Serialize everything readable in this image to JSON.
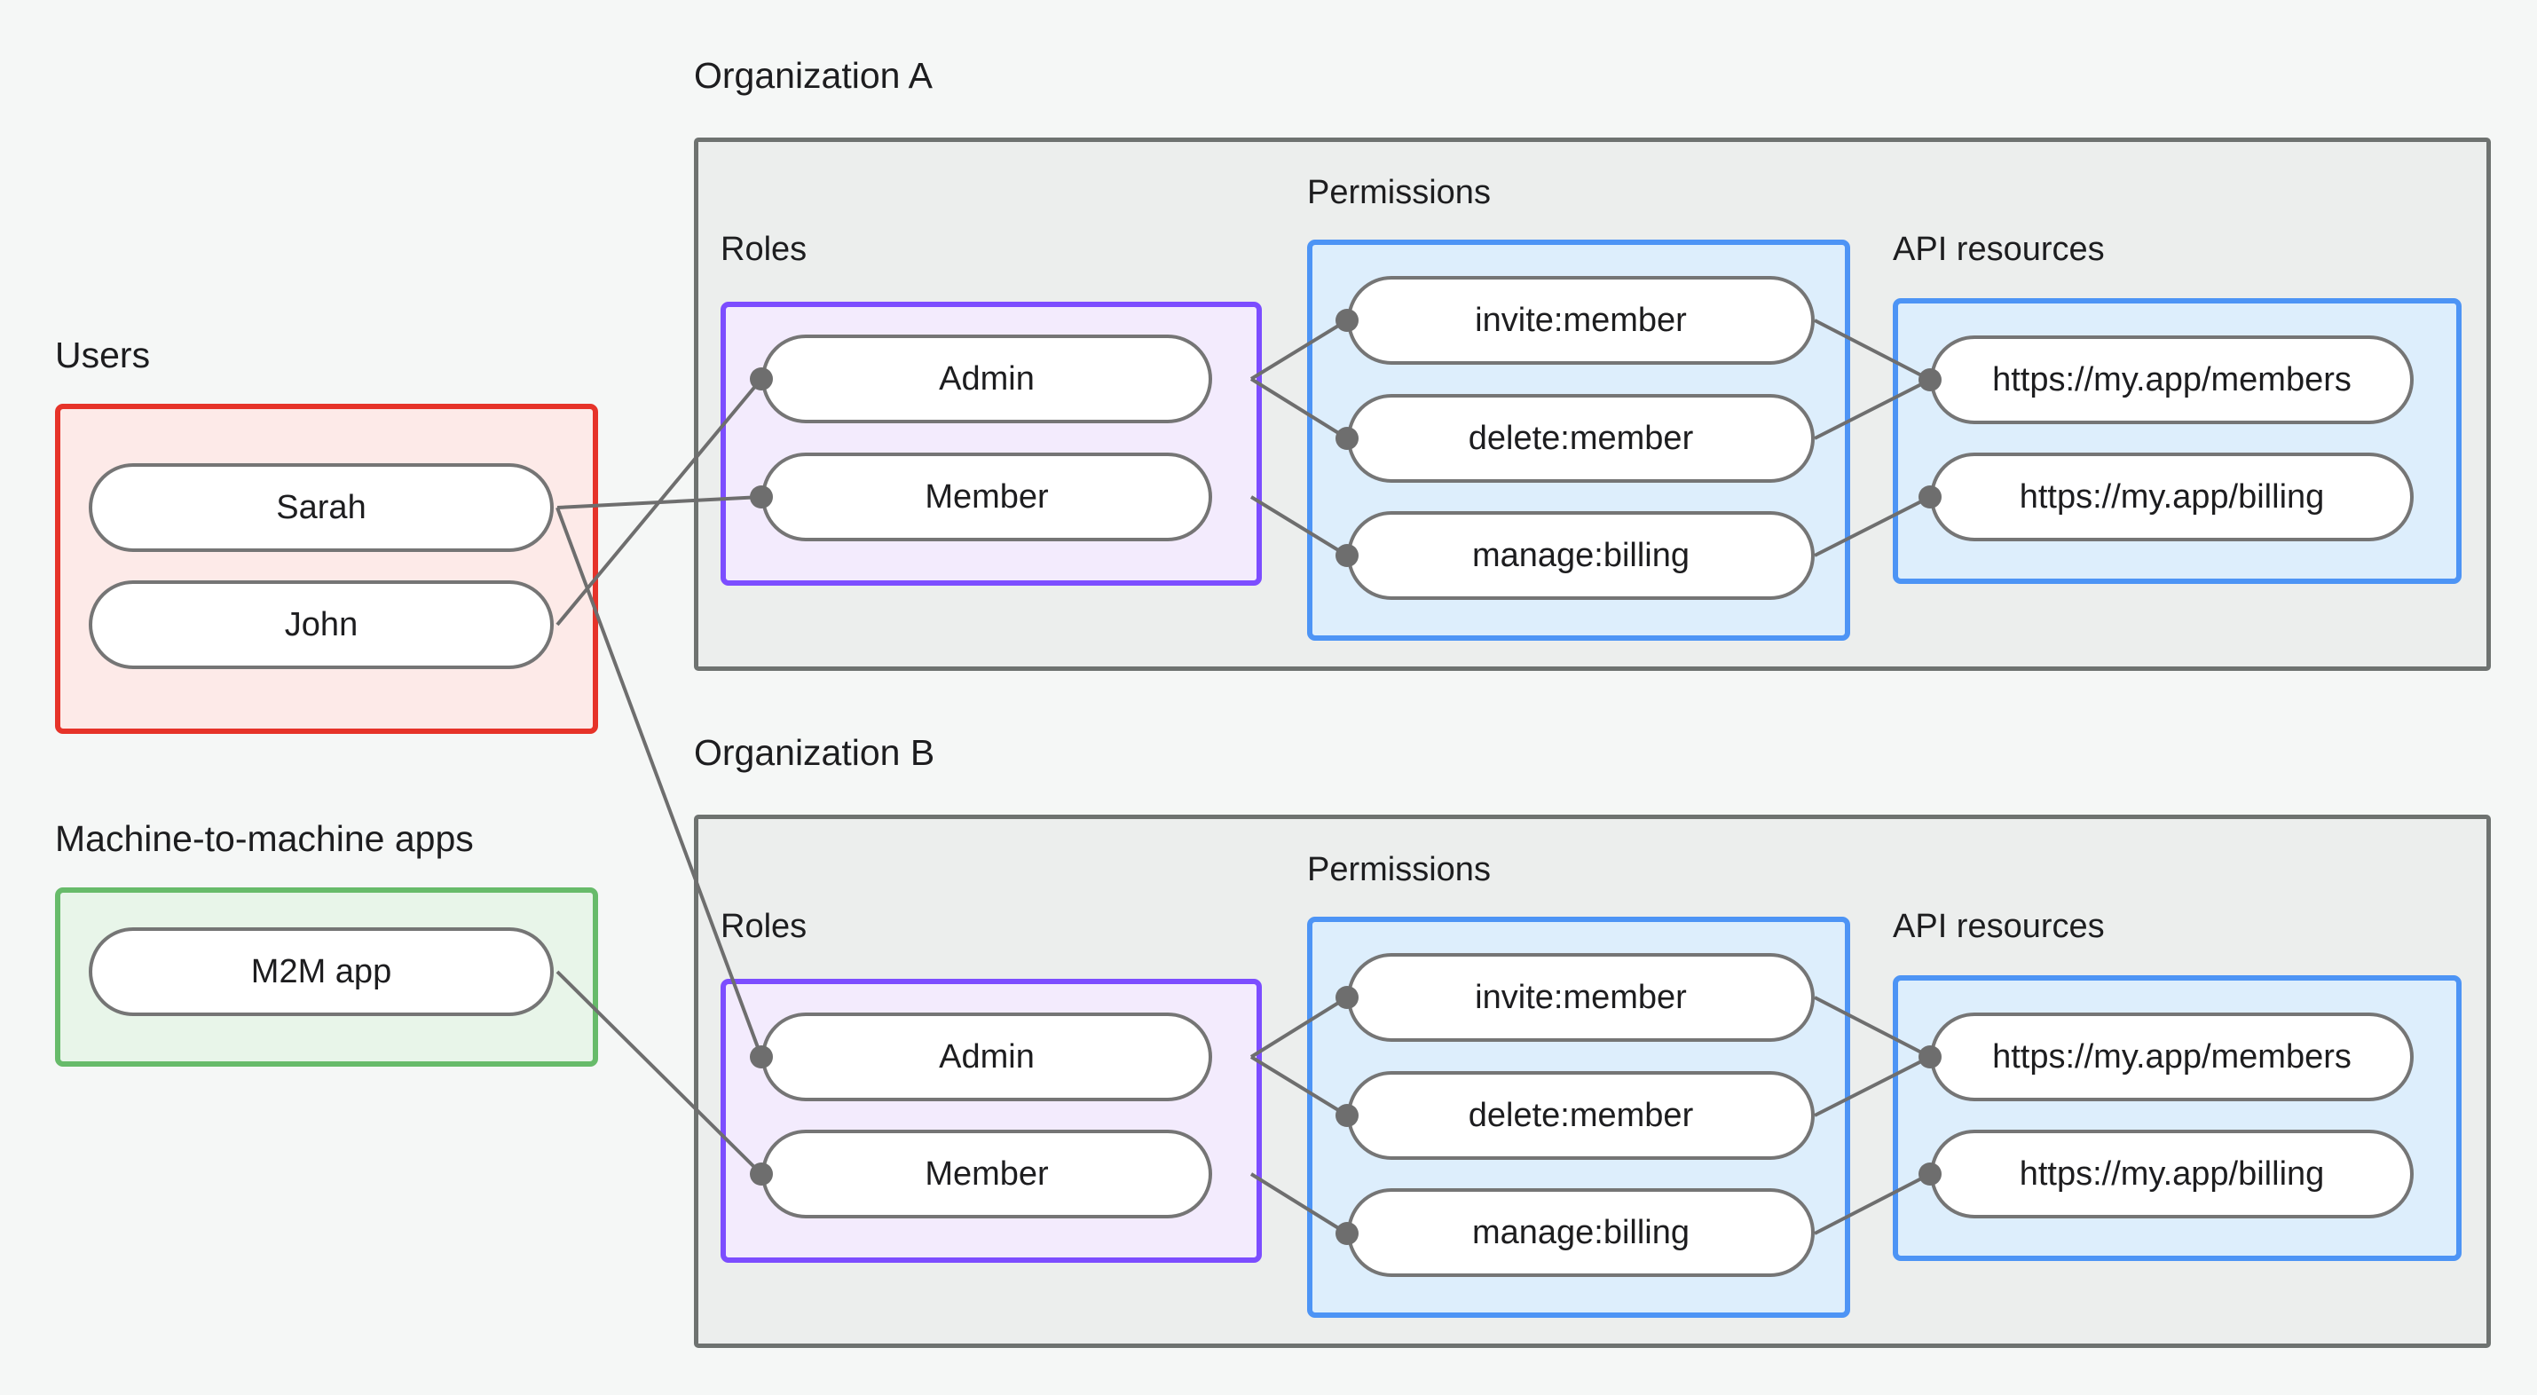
{
  "diagram": {
    "title_present": false,
    "background": "#f5f7f6",
    "colors": {
      "users_border": "#e63329",
      "users_fill": "#fdeae8",
      "m2m_border": "#67bb6a",
      "m2m_fill": "#e8f5e9",
      "roles_border": "#7c4dff",
      "roles_fill": "#f3ebfd",
      "permissions_border": "#4d94f5",
      "permissions_fill": "#ddeefc",
      "api_border": "#4d94f5",
      "api_fill": "#ddeefc",
      "org_border": "#6e7270",
      "org_fill": "#eceeed",
      "node_border": "#757575",
      "node_fill": "#ffffff",
      "edge": "#6e6e6e"
    }
  },
  "labels": {
    "users": "Users",
    "m2m_apps": "Machine-to-machine apps",
    "org_a": "Organization A",
    "org_b": "Organization B",
    "roles": "Roles",
    "permissions": "Permissions",
    "api_resources": "API resources"
  },
  "users": {
    "label": "Users",
    "items": [
      {
        "name": "Sarah"
      },
      {
        "name": "John"
      }
    ]
  },
  "m2m": {
    "label": "Machine-to-machine apps",
    "items": [
      {
        "name": "M2M app"
      }
    ]
  },
  "organizations": [
    {
      "name": "Organization A",
      "roles": {
        "label": "Roles",
        "items": [
          {
            "name": "Admin"
          },
          {
            "name": "Member"
          }
        ]
      },
      "permissions": {
        "label": "Permissions",
        "items": [
          {
            "name": "invite:member"
          },
          {
            "name": "delete:member"
          },
          {
            "name": "manage:billing"
          }
        ]
      },
      "api_resources": {
        "label": "API resources",
        "items": [
          {
            "name": "https://my.app/members"
          },
          {
            "name": "https://my.app/billing"
          }
        ]
      }
    },
    {
      "name": "Organization B",
      "roles": {
        "label": "Roles",
        "items": [
          {
            "name": "Admin"
          },
          {
            "name": "Member"
          }
        ]
      },
      "permissions": {
        "label": "Permissions",
        "items": [
          {
            "name": "invite:member"
          },
          {
            "name": "delete:member"
          },
          {
            "name": "manage:billing"
          }
        ]
      },
      "api_resources": {
        "label": "API resources",
        "items": [
          {
            "name": "https://my.app/members"
          },
          {
            "name": "https://my.app/billing"
          }
        ]
      }
    }
  ],
  "edges": [
    {
      "from": "John",
      "to": "Organization A / Admin"
    },
    {
      "from": "Sarah",
      "to": "Organization A / Member"
    },
    {
      "from": "Sarah",
      "to": "Organization B / Admin"
    },
    {
      "from": "M2M app",
      "to": "Organization B / Member"
    },
    {
      "from": "Organization A / Admin",
      "to": "Organization A / invite:member"
    },
    {
      "from": "Organization A / Admin",
      "to": "Organization A / delete:member"
    },
    {
      "from": "Organization A / Member",
      "to": "Organization A / manage:billing"
    },
    {
      "from": "Organization A / invite:member",
      "to": "Organization A / https://my.app/members"
    },
    {
      "from": "Organization A / delete:member",
      "to": "Organization A / https://my.app/members"
    },
    {
      "from": "Organization A / manage:billing",
      "to": "Organization A / https://my.app/billing"
    },
    {
      "from": "Organization B / Admin",
      "to": "Organization B / invite:member"
    },
    {
      "from": "Organization B / Admin",
      "to": "Organization B / delete:member"
    },
    {
      "from": "Organization B / Member",
      "to": "Organization B / manage:billing"
    },
    {
      "from": "Organization B / invite:member",
      "to": "Organization B / https://my.app/members"
    },
    {
      "from": "Organization B / delete:member",
      "to": "Organization B / https://my.app/members"
    },
    {
      "from": "Organization B / manage:billing",
      "to": "Organization B / https://my.app/billing"
    }
  ]
}
